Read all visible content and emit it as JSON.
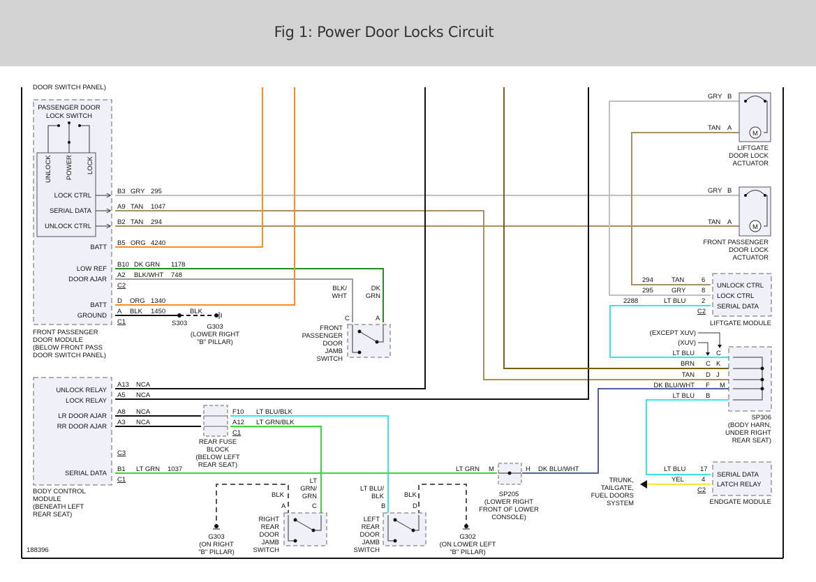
{
  "header": {
    "title": "Fig 1: Power Door Locks Circuit"
  },
  "diagram": {
    "figure_id": "188396",
    "cut_off_label": "DOOR SWITCH PANEL)",
    "wire_colors": {
      "GRY": "#c0c0c0",
      "TAN": "#a89060",
      "ORG": "#ff8c1a",
      "DK_GRN": "#1f8f1f",
      "BLK_WHT": "#9a9a9a",
      "BLK": "#111111",
      "LT_GRN": "#33dd33",
      "LT_BLU": "#33e6f0",
      "BRN": "#806010",
      "DK_BLU_WHT": "#5060a0",
      "YEL": "#f5e642"
    },
    "passenger_switch": {
      "title_1": "PASSENGER DOOR",
      "title_2": "LOCK SWITCH",
      "pins": [
        "UNLOCK",
        "POWER",
        "LOCK"
      ],
      "outputs": [
        "LOCK CTRL",
        "SERIAL DATA",
        "UNLOCK CTRL"
      ]
    },
    "fpdm": {
      "pin_labels": [
        "BATT",
        "LOW REF",
        "DOOR AJAR",
        "BATT",
        "GROUND"
      ],
      "name": [
        "FRONT PASSENGER",
        "DOOR MODULE",
        "(BELOW FRONT PASS",
        "DOOR SWITCH PANEL)"
      ],
      "connectors": [
        "C2",
        "C1"
      ],
      "wires": [
        {
          "pin": "B3",
          "color": "GRY",
          "circuit": "295"
        },
        {
          "pin": "A9",
          "color": "TAN",
          "circuit": "1047"
        },
        {
          "pin": "B2",
          "color": "TAN",
          "circuit": "294"
        },
        {
          "pin": "B5",
          "color": "ORG",
          "circuit": "4240"
        },
        {
          "pin": "B10",
          "color": "DK GRN",
          "circuit": "1178"
        },
        {
          "pin": "A2",
          "color": "BLK/WHT",
          "circuit": "748"
        },
        {
          "pin": "D",
          "color": "ORG",
          "circuit": "1340"
        },
        {
          "pin": "A",
          "color": "BLK",
          "circuit": "1450"
        }
      ]
    },
    "ground_s303": {
      "splice": "S303",
      "wire": "BLK",
      "ground": "G303",
      "loc_1": "(LOWER RIGHT",
      "loc_2": "\"B\" PILLAR)"
    },
    "front_jamb": {
      "wire_c": [
        "BLK/",
        "WHT"
      ],
      "wire_a": [
        "DK",
        "GRN"
      ],
      "pin_c": "C",
      "pin_a": "A",
      "name": [
        "FRONT",
        "PASSENGER",
        "DOOR",
        "JAMB",
        "SWITCH"
      ]
    },
    "bcm": {
      "pin_labels": [
        "UNLOCK RELAY",
        "LOCK RELAY",
        "LR DOOR AJAR",
        "RR DOOR AJAR",
        "SERIAL DATA"
      ],
      "connectors": [
        "C3",
        "C1"
      ],
      "name": [
        "BODY CONTROL",
        "MODULE",
        "(BENEATH LEFT",
        "REAR SEAT)"
      ],
      "wires": [
        {
          "pin": "A13",
          "color": "NCA"
        },
        {
          "pin": "A5",
          "color": "NCA"
        },
        {
          "pin": "A8",
          "color": "NCA"
        },
        {
          "pin": "A3",
          "color": "NCA"
        },
        {
          "pin": "B1",
          "color": "LT GRN",
          "circuit": "1037"
        }
      ]
    },
    "rear_fuse_block": {
      "pins": [
        "F10",
        "A12"
      ],
      "connector": "C1",
      "wires": [
        "LT BLU/BLK",
        "LT GRN/BLK"
      ],
      "name": [
        "REAR FUSE",
        "BLOCK",
        "(BELOW LEFT",
        "REAR SEAT)"
      ]
    },
    "right_rear_jamb": {
      "wire_a": "BLK",
      "wire_c": [
        "LT",
        "GRN/",
        "GRN"
      ],
      "pin_a": "A",
      "pin_c": "C",
      "name": [
        "RIGHT",
        "REAR",
        "DOOR",
        "JAMB",
        "SWITCH"
      ],
      "ground": "G303",
      "ground_loc": [
        "(ON RIGHT",
        "\"B\" PILLAR)"
      ]
    },
    "left_rear_jamb": {
      "wire_b": [
        "LT BLU/",
        "BLK"
      ],
      "wire_d": "BLK",
      "pin_b": "B",
      "pin_d": "D",
      "name": [
        "LEFT",
        "REAR",
        "DOOR",
        "JAMB",
        "SWITCH"
      ],
      "ground": "G302",
      "ground_loc": [
        "(ON LOWER LEFT",
        "\"B\" PILLAR)"
      ]
    },
    "sp205": {
      "in_wire": "LT GRN",
      "in_pin": "M",
      "out_pin": "H",
      "out_wire": "DK BLU/WHT",
      "name": [
        "SP205",
        "(LOWER RIGHT",
        "FRONT OF LOWER",
        "CONSOLE)"
      ]
    },
    "liftgate_actuator": {
      "wires": [
        {
          "color": "GRY",
          "pin": "B"
        },
        {
          "color": "TAN",
          "pin": "A"
        }
      ],
      "motor": "M",
      "name": [
        "LIFTGATE",
        "DOOR LOCK",
        "ACTUATOR"
      ]
    },
    "fp_actuator": {
      "wires": [
        {
          "color": "GRY",
          "pin": "B"
        },
        {
          "color": "TAN",
          "pin": "A"
        }
      ],
      "motor": "M",
      "name": [
        "FRONT PASSENGER",
        "DOOR LOCK",
        "ACTUATOR"
      ]
    },
    "liftgate_module": {
      "wires": [
        {
          "circuit": "294",
          "color": "TAN",
          "pin": "6",
          "label": "UNLOCK CTRL"
        },
        {
          "circuit": "295",
          "color": "GRY",
          "pin": "8",
          "label": "LOCK CTRL"
        },
        {
          "circuit": "2288",
          "color": "LT BLU",
          "pin": "2",
          "label": "SERIAL DATA"
        }
      ],
      "connector": "C2",
      "name": "LIFTGATE MODULE"
    },
    "sp306": {
      "variant_1": "(EXCEPT XUV)",
      "variant_2": "(XUV)",
      "rows": [
        {
          "color": "LT BLU",
          "pin_xuv": "",
          "pin": "C"
        },
        {
          "color": "BRN",
          "pin_xuv": "C",
          "pin": "K"
        },
        {
          "color": "TAN",
          "pin_xuv": "D",
          "pin": "J"
        },
        {
          "color": "DK BLU/WHT",
          "pin_xuv": "F",
          "pin": "M"
        },
        {
          "color": "LT BLU",
          "pin_xuv": "B",
          "pin": ""
        }
      ],
      "name": [
        "SP306",
        "(BODY HARN,",
        "UNDER RIGHT",
        "REAR SEAT)"
      ]
    },
    "endgate_module": {
      "wires": [
        {
          "color": "LT BLU",
          "pin": "17",
          "label": "SERIAL DATA"
        },
        {
          "color": "YEL",
          "pin": "4",
          "label": "LATCH RELAY"
        }
      ],
      "connector": "C2",
      "name": "ENDGATE MODULE"
    },
    "trunk_system": [
      "TRUNK,",
      "TAILGATE,",
      "FUEL DOORS",
      "SYSTEM"
    ]
  }
}
